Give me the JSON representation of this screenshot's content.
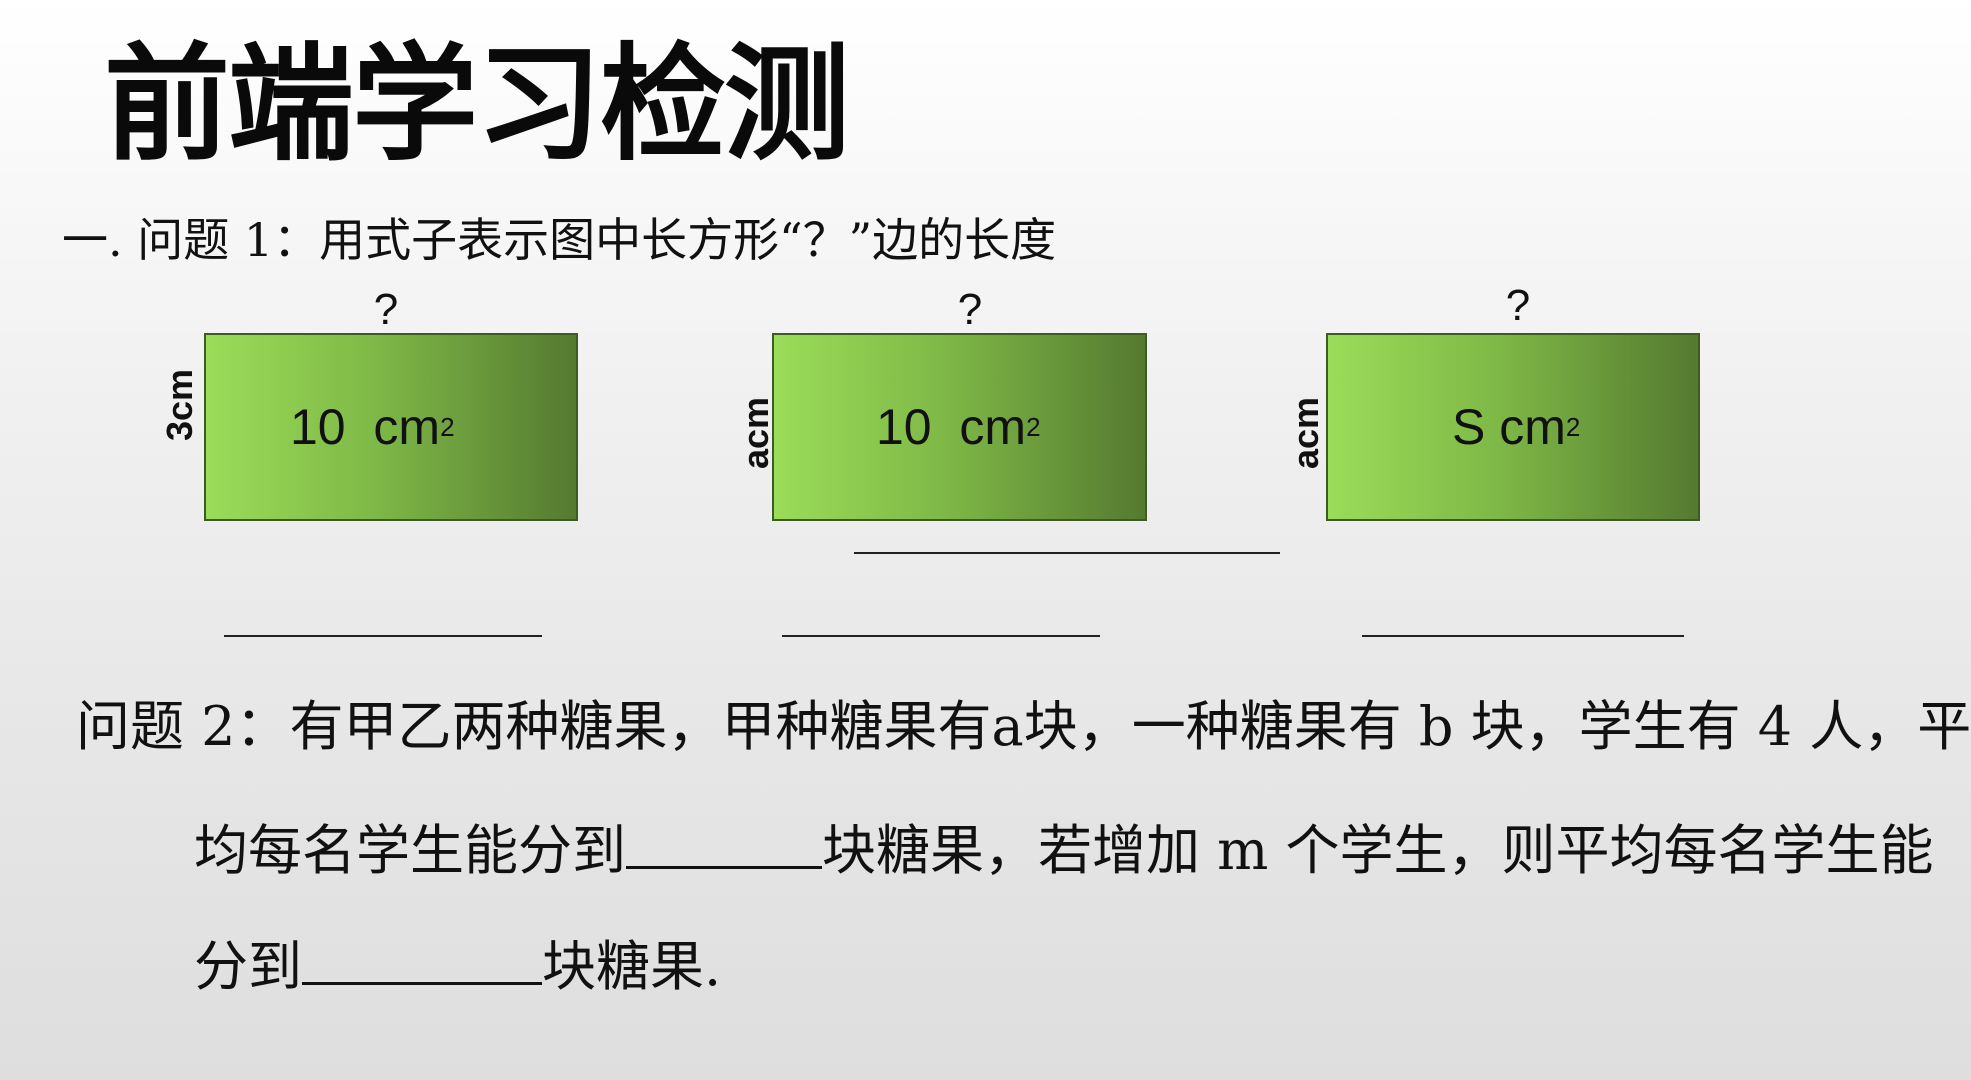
{
  "title": "前端学习检测",
  "question1": {
    "prompt": "一. 问题 1：用式子表示图中长方形“？”边的长度",
    "rectangles": [
      {
        "top_label": "?",
        "side_label": "3cm",
        "area_value": "10",
        "area_unit": "cm",
        "area_exponent": "2"
      },
      {
        "top_label": "?",
        "side_label": "acm",
        "area_value": "10",
        "area_unit": "cm",
        "area_exponent": "2"
      },
      {
        "top_label": "?",
        "side_label": "acm",
        "area_value": "S",
        "area_unit": "cm",
        "area_exponent": "2"
      }
    ]
  },
  "question2": {
    "line1": "问题 2：有甲乙两种糖果，甲种糖果有a块，一种糖果有 b 块，学生有 4 人，平",
    "line2_before": "均每名学生能分到",
    "line2_after": "块糖果，若增加 m 个学生，则平均每名学生能",
    "line3_before": "分到",
    "line3_after": "块糖果."
  }
}
